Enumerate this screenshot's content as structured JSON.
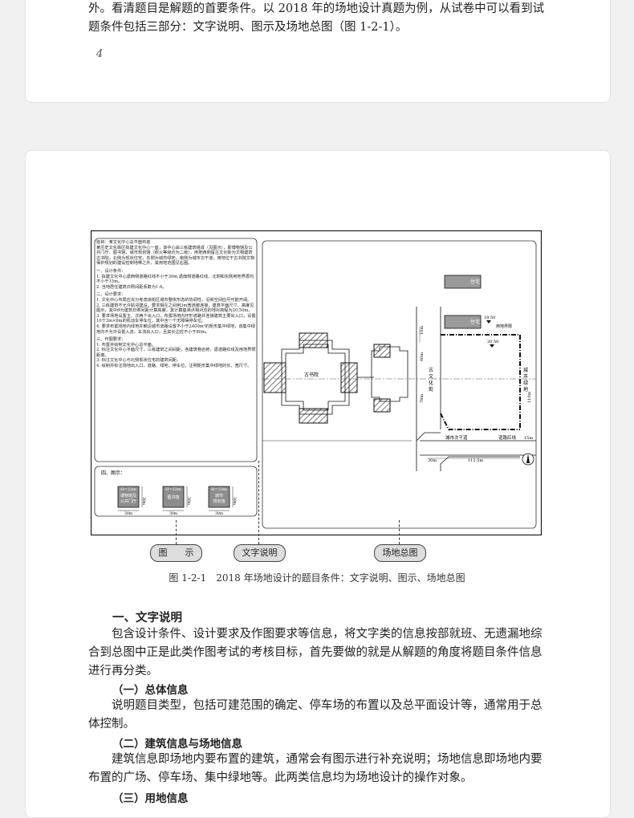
{
  "top_card": {
    "paragraph": "外。看清题目是解题的首要条件。以 2018 年的场地设计真题为例，从试卷中可以看到试题条件包括三部分：文字说明、图示及场地总图（图 1-2-1）。",
    "page_number": "4"
  },
  "figure": {
    "left_panel": {
      "title": "题目：某文化中心总平面布置",
      "intro": "某历史文化街区拟建文化中心一座，该中心由三栋建筑组成（见图示），即博物馆及公共门厅、图书馆、城市规划馆（耐火等级均为二级），用地西侧留古文化街为文物建筑古书院，北侧为现状住宅，东侧为城市绿地，南侧为城市次干道，用地位于古书院文物保护规划的建设控制地带之外，其用地范围见右图。",
      "s1_title": "一、设计条件：",
      "s1_items": [
        "1. 拟建文化中心退西侧道路红线不小于30m,退南侧道路红线、北侧和东侧用地界限均不小于15m。",
        "2. 当地居住建筑日照间距系数为1.6。"
      ],
      "s2_title": "二、设计要求：",
      "s2_items": [
        "1. 文化中心布局应充分考虑该街区城市整体形态的协调性，沿街空间应尽可能开阔。",
        "2. 三栋建筑不允许贴邻建设，要求相互之间用3m宽连廊连接，建筑平面尺寸、高度见图示，其中ff为建筑日照间距计算高度，其计算基准点相对应的地对高程为20.50m。",
        "3. 要求场地设置主、次两个出入口，布置场地内环形道路并连接建筑主要出入口，设置10个3m×6m的机动车停车位，其中含一个无障碍停车位。",
        "4. 要求布置场地内绿地并朝沿城市道路设置不小于2400m²的矩形集中绿地，该集中绿地内不允许设置入流、车流出入口，且其长边应不小于80m。"
      ],
      "s3_title": "三、作图要求：",
      "s3_items": [
        "1. 布置并绘制文化中心总平面。",
        "2. 标注文化中心平面尺寸，三栋建筑之间间距，各建筑物名称，退道路红线及用地界限距离。",
        "3. 标注文化中心与北侧现状住宅的建筑间距。",
        "4. 绘制并标注场地出入口，道路、绿地、停车位，注明矩形集中绿地的长、宽尺寸。"
      ],
      "legend_title": "四、图示：",
      "legend": [
        {
          "h": "H=23m",
          "name1": "博物馆及",
          "name2": "公共门厅",
          "dim_w": "30m",
          "dim_h": "30m"
        },
        {
          "h": "H=23m",
          "name1": "图书馆",
          "name2": "",
          "dim_w": "30m",
          "dim_h": "30m"
        },
        {
          "h": "H=23m",
          "name1": "城市",
          "name2": "规划馆",
          "dim_w": "30m",
          "dim_h": "30m"
        }
      ]
    },
    "site": {
      "residence1": "住宅",
      "residence2": "住宅",
      "academy": "古书院",
      "street": [
        "古",
        "文",
        "化",
        "街"
      ],
      "green": [
        "城",
        "市",
        "绿",
        "地"
      ],
      "boundary": "用地界限",
      "redline": "道路红线",
      "road": "城市次干道",
      "elev1": "18.50",
      "elev2": "20.50",
      "dim_10": "10m",
      "dim_60": "60m",
      "dim_78": "78m",
      "dim_30": "30m",
      "dim_112": "112.5m",
      "dim_15": "15m",
      "dim_110": "110m"
    }
  },
  "callouts": {
    "legend": "图　　示",
    "text": "文字说明",
    "site": "场地总图"
  },
  "caption": "图 1-2-1　2018 年场地设计的题目条件：文字说明、图示、场地总图",
  "sections": {
    "h1": "一、文字说明",
    "p1": "包含设计条件、设计要求及作图要求等信息，将文字类的信息按部就班、无遗漏地综合到总图中正是此类作图考试的考核目标，首先要做的就是从解题的角度将题目条件信息进行再分类。",
    "h2a": "（一）总体信息",
    "p2": "说明题目类型，包括可建范围的确定、停车场的布置以及总平面设计等，通常用于总体控制。",
    "h2b": "（二）建筑信息与场地信息",
    "p3": "建筑信息即场地内要布置的建筑，通常会有图示进行补充说明；场地信息即场地内要布置的广场、停车场、集中绿地等。此两类信息均为场地设计的操作对象。",
    "h2c": "（三）用地信息"
  }
}
